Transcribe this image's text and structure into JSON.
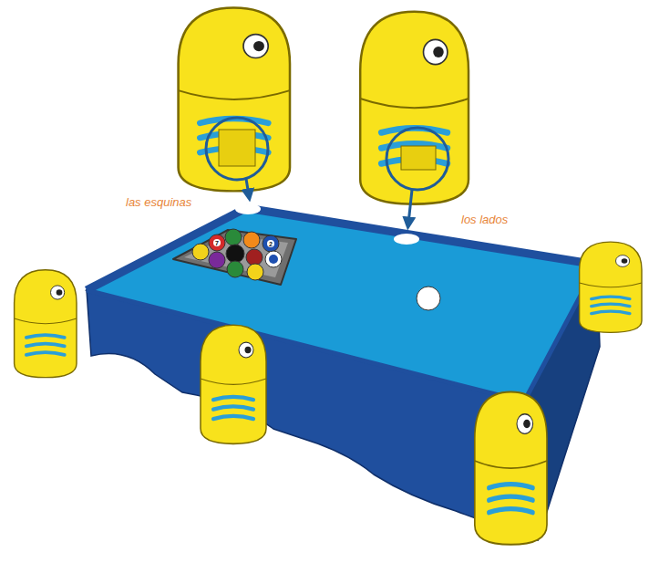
{
  "diagram": {
    "labels": [
      "las esquinas",
      "los lados",
      "7",
      "2"
    ]
  }
}
